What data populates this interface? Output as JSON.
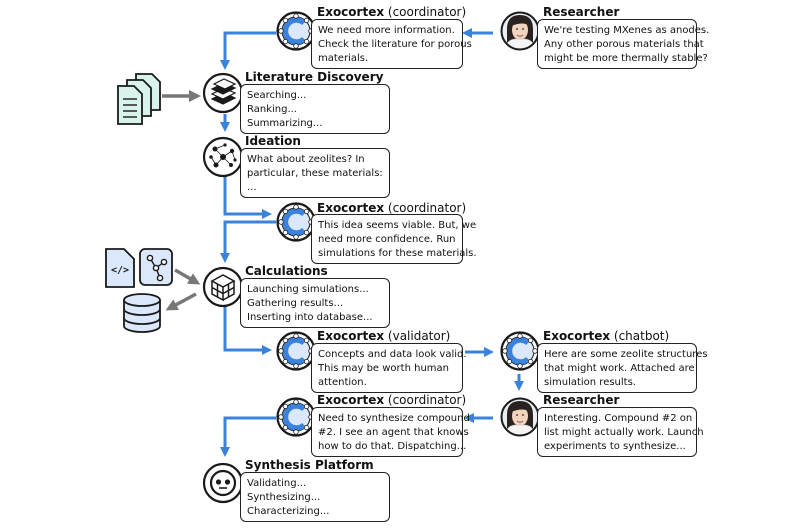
{
  "colors": {
    "arrow_blue": "#3b82dd",
    "arrow_gray": "#777777",
    "icon_blue": "#dbe8fb",
    "doc_green": "#d8f2ec",
    "ring": "#1a1a1a"
  },
  "nodes": {
    "exo1": {
      "name": "Exocortex",
      "role": "(coordinator)",
      "lines": [
        "We need more information.",
        "Check the literature for porous",
        "materials."
      ]
    },
    "researcher1": {
      "name": "Researcher",
      "lines": [
        "We're testing MXenes as anodes.",
        "Any other porous materials that",
        "might be more thermally stable?"
      ]
    },
    "lit": {
      "name": "Literature Discovery",
      "lines": [
        "Searching...",
        "Ranking...",
        "Summarizing..."
      ]
    },
    "ideation": {
      "name": "Ideation",
      "lines": [
        "What about zeolites? In",
        "particular, these materials:",
        "..."
      ]
    },
    "exo2": {
      "name": "Exocortex",
      "role": "(coordinator)",
      "lines": [
        "This idea seems viable. But, we",
        "need more confidence. Run",
        "simulations for these materials."
      ]
    },
    "calc": {
      "name": "Calculations",
      "lines": [
        "Launching simulations...",
        "Gathering results...",
        "Inserting into database..."
      ]
    },
    "exo3": {
      "name": "Exocortex",
      "role": "(validator)",
      "lines": [
        "Concepts and data look valid.",
        "This may be worth human",
        "attention."
      ]
    },
    "exo4": {
      "name": "Exocortex",
      "role": "(chatbot)",
      "lines": [
        "Here are some zeolite structures",
        "that might work. Attached are",
        "simulation results."
      ]
    },
    "exo5": {
      "name": "Exocortex",
      "role": "(coordinator)",
      "lines": [
        "Need to synthesize compound",
        "#2. I see an agent that knows",
        "how to do that. Dispatching..."
      ]
    },
    "researcher2": {
      "name": "Researcher",
      "lines": [
        "Interesting. Compound #2 on",
        "list might actually work. Launch",
        "experiments to synthesize..."
      ]
    },
    "synth": {
      "name": "Synthesis Platform",
      "lines": [
        "Validating...",
        "Synthesizing...",
        "Characterizing..."
      ]
    }
  },
  "icons": {
    "code_file": "</>",
    "exocortex": "C"
  }
}
